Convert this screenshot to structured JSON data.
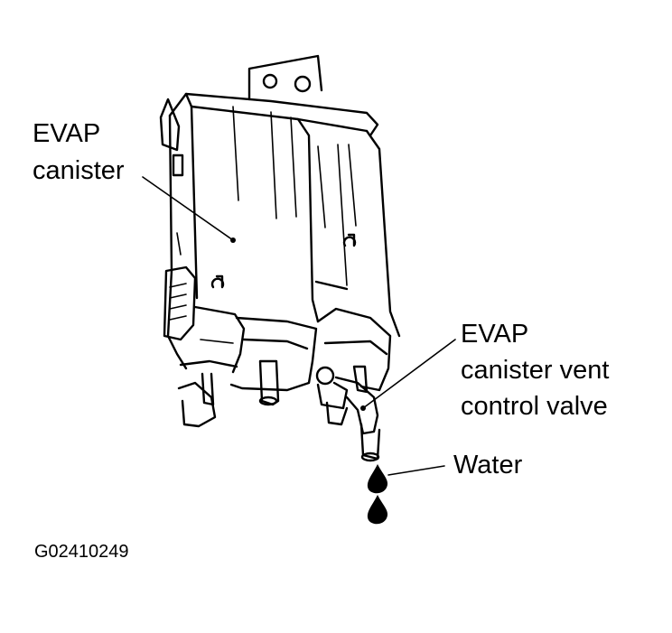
{
  "labels": {
    "canister_line1": "EVAP",
    "canister_line2": "canister",
    "valve_line1": "EVAP",
    "valve_line2": "canister vent",
    "valve_line3": "control valve",
    "water": "Water"
  },
  "figure_id": "G02410249"
}
